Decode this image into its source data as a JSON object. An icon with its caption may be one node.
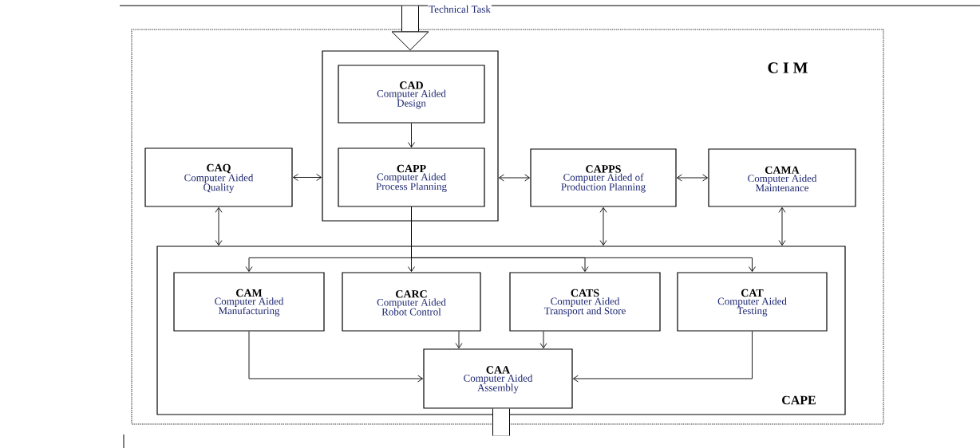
{
  "diagram": {
    "nodes": [
      {
        "text": [
          "C I M"
        ]
      },
      {
        "text": [],
        "shape": "box",
        "in": 0
      },
      {
        "text": [
          "CAD",
          "Computer Aided Design"
        ],
        "in": 1
      },
      {
        "text": [
          "CAPP",
          "Computer Aided Process Planning"
        ],
        "in": 1
      },
      {
        "text": [
          "CAQ",
          "Computer Aided Quality"
        ],
        "in": 0
      },
      {
        "text": [
          "CAPPS",
          "Computer Aided of Production Planning"
        ],
        "in": 0
      },
      {
        "text": [
          "CAMA",
          "Computer Aided Maintenance"
        ],
        "in": 0
      },
      {
        "text": [
          "CAPE"
        ],
        "in": 0
      },
      {
        "text": [
          "CAM",
          "Computer Aided Manufacturing"
        ],
        "in": 7
      },
      {
        "text": [
          "CARC",
          "Computer Aided Robot Control"
        ],
        "in": 7
      },
      {
        "text": [
          "CATS",
          "Computer Aided Transport and Store"
        ],
        "in": 7
      },
      {
        "text": [
          "CAT",
          "Computer Aided Testing"
        ],
        "in": 7
      },
      {
        "text": [
          "CAA",
          "Computer Aided Assembly"
        ],
        "in": 7
      }
    ],
    "edges": [
      {
        "from": null,
        "to": 1,
        "arrow": "to",
        "style": "thick",
        "label": "Technical Task"
      },
      {
        "from": 2,
        "to": 3,
        "arrow": "to"
      },
      {
        "from": 4,
        "to": 1,
        "arrow": "both"
      },
      {
        "from": 1,
        "to": 5,
        "arrow": "both"
      },
      {
        "from": 5,
        "to": 6,
        "arrow": "both"
      },
      {
        "from": 4,
        "to": 7,
        "arrow": "both"
      },
      {
        "from": 5,
        "to": 7,
        "arrow": "both"
      },
      {
        "from": 6,
        "to": 7,
        "arrow": "both"
      },
      {
        "from": 3,
        "to": 8,
        "arrow": "to"
      },
      {
        "from": 3,
        "to": 9,
        "arrow": "to"
      },
      {
        "from": 3,
        "to": 10,
        "arrow": "to"
      },
      {
        "from": 3,
        "to": 11,
        "arrow": "to"
      },
      {
        "from": 8,
        "to": 12,
        "arrow": "to"
      },
      {
        "from": 9,
        "to": 12,
        "arrow": "to"
      },
      {
        "from": 10,
        "to": 12,
        "arrow": "to"
      },
      {
        "from": 11,
        "to": 12,
        "arrow": "to"
      },
      {
        "from": 12,
        "to": null,
        "arrow": "none",
        "style": "thick"
      }
    ]
  }
}
